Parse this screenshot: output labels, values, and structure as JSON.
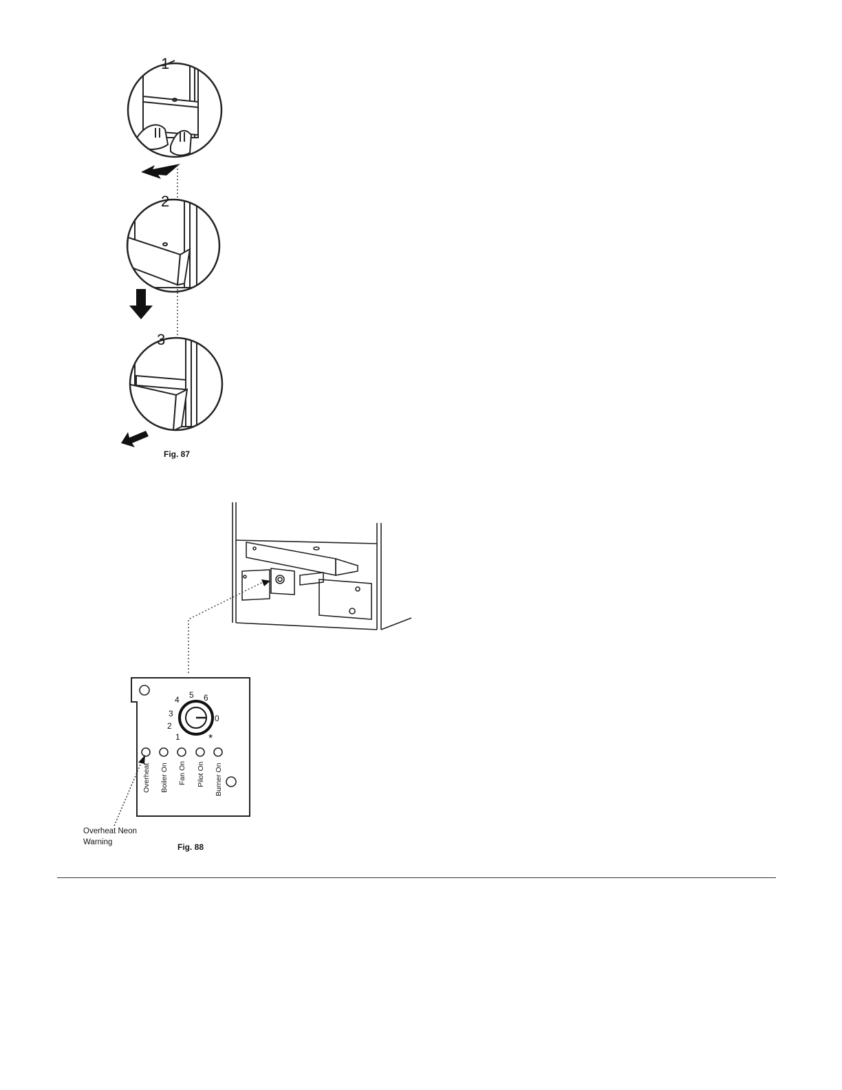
{
  "fig87": {
    "caption": "Fig. 87",
    "steps": [
      {
        "number": "1"
      },
      {
        "number": "2"
      },
      {
        "number": "3"
      }
    ]
  },
  "fig88": {
    "caption": "Fig. 88",
    "dial_numbers": [
      "4",
      "5",
      "6",
      "3",
      "2",
      "0",
      "1",
      "*"
    ],
    "indicators": [
      "Overheat",
      "Boiler On",
      "Fan On",
      "Pilot On",
      "Burner On"
    ],
    "callout_line1": "Overheat Neon",
    "callout_line2": "Warning"
  }
}
